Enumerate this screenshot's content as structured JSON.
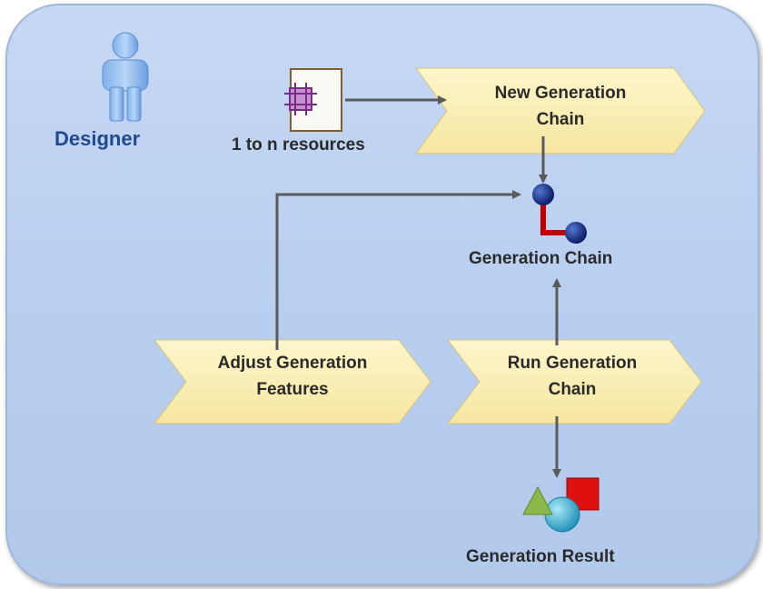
{
  "actor": {
    "label": "Designer",
    "icon": "person-icon"
  },
  "resources": {
    "label": "1 to n resources",
    "icon": "resource-grid-icon"
  },
  "steps": {
    "new_chain": {
      "line1": "New Generation",
      "line2": "Chain"
    },
    "adjust": {
      "line1": "Adjust Generation",
      "line2": "Features"
    },
    "run": {
      "line1": "Run Generation",
      "line2": "Chain"
    }
  },
  "artifacts": {
    "generation_chain": {
      "label": "Generation Chain",
      "icon": "chain-nodes-icon"
    },
    "generation_result": {
      "label": "Generation Result",
      "icon": "shapes-icon"
    }
  },
  "colors": {
    "panel": "#bccff0",
    "step_fill": "#fcefb4",
    "arrow": "#5a5a5a",
    "node": "#0b1f6b",
    "link": "#c00000",
    "title": "#1f4b8e"
  }
}
